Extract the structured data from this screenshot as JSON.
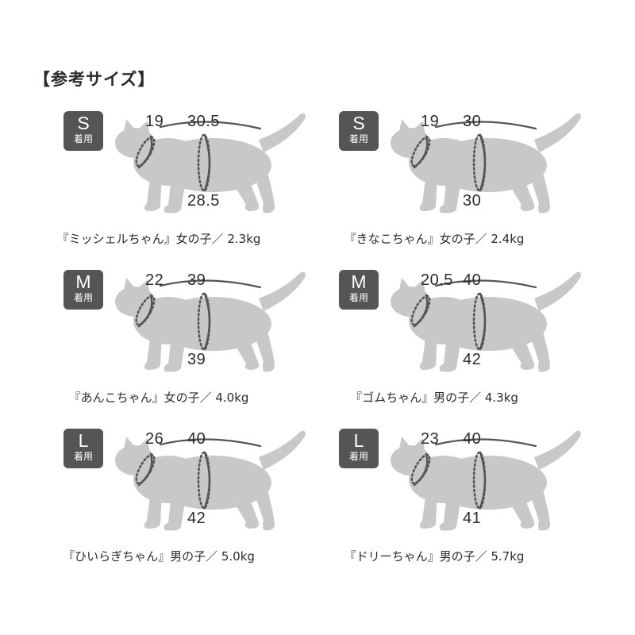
{
  "title": "【参考サイズ】",
  "badge_sub": "着用",
  "colors": {
    "badge": "#555555",
    "cat": "#c8c8c8",
    "line": "#555555"
  },
  "cats": [
    {
      "size": "S",
      "neck": "19",
      "back": "30.5",
      "chest": "28.5",
      "caption": "『ミッシェルちゃん』女の子／ 2.3kg"
    },
    {
      "size": "S",
      "neck": "19",
      "back": "30",
      "chest": "30",
      "caption": "『きなこちゃん』女の子／ 2.4kg"
    },
    {
      "size": "M",
      "neck": "22",
      "back": "39",
      "chest": "39",
      "caption": "『あんこちゃん』女の子／ 4.0kg"
    },
    {
      "size": "M",
      "neck": "20.5",
      "back": "40",
      "chest": "42",
      "caption": "『ゴムちゃん』男の子／ 4.3kg"
    },
    {
      "size": "L",
      "neck": "26",
      "back": "40",
      "chest": "42",
      "caption": "『ひいらぎちゃん』男の子／ 5.0kg"
    },
    {
      "size": "L",
      "neck": "23",
      "back": "40",
      "chest": "41",
      "caption": "『ドリーちゃん』男の子／ 5.7kg"
    }
  ]
}
